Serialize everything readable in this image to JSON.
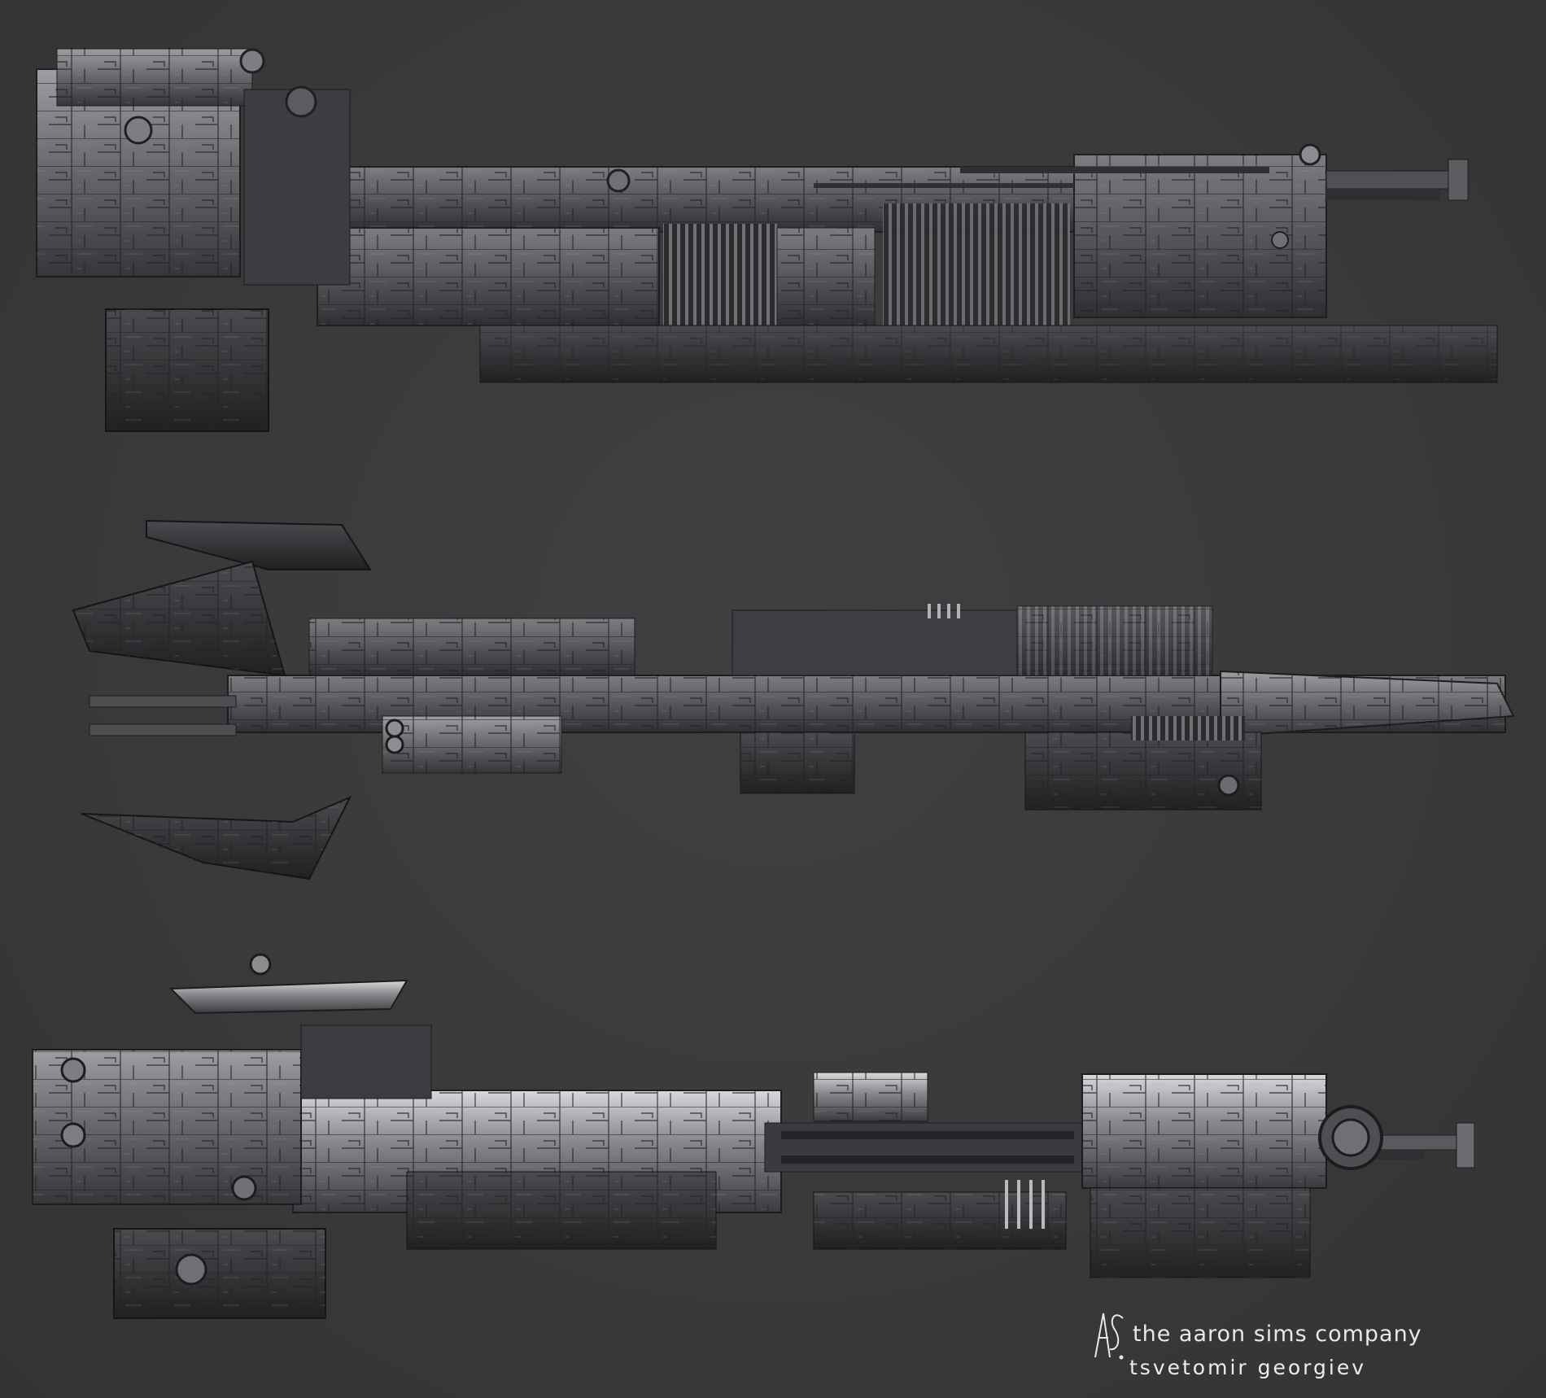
{
  "credits": {
    "logo_mark": "AS",
    "company": "the aaron sims company",
    "artist": "tsvetomir georgiev"
  },
  "colors": {
    "background": "#3a3a3b",
    "hull_dark": "#2a2a2c",
    "hull_mid": "#5a5b5e",
    "hull_light": "#9a9ca0",
    "highlight": "#d9dadc",
    "text": "#e8e8e8"
  },
  "views": [
    {
      "id": "top",
      "label": ""
    },
    {
      "id": "side",
      "label": ""
    },
    {
      "id": "bottom",
      "label": ""
    }
  ]
}
